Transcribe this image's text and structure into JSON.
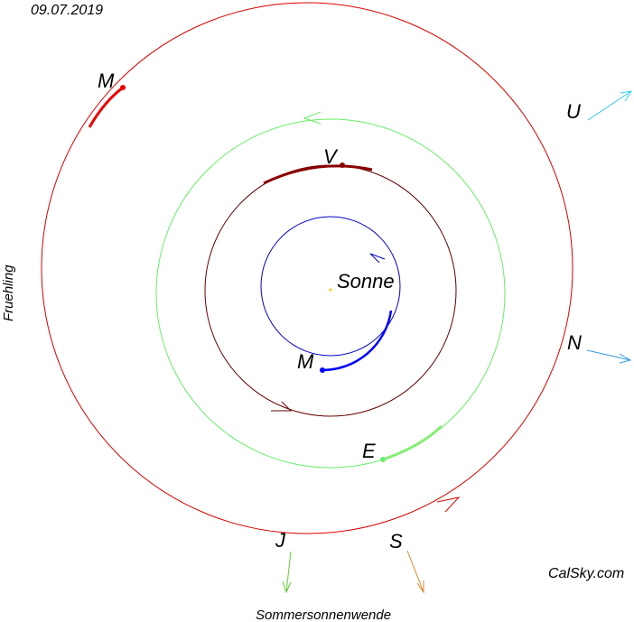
{
  "date": "09.07.2019",
  "sun_label": "Sonne",
  "spring_label": "Fruehling",
  "summer_solstice_label": "Sommersonnenwende",
  "credit": "CalSky.com",
  "orbits": [
    {
      "id": "mercury-orbit",
      "color": "#0000cc"
    },
    {
      "id": "venus-orbit",
      "color": "#660000"
    },
    {
      "id": "earth-orbit",
      "color": "#66ee66"
    },
    {
      "id": "mars-orbit",
      "color": "#dd0000"
    }
  ],
  "planets": [
    {
      "id": "mercury",
      "label": "M",
      "color": "#0000ff"
    },
    {
      "id": "venus",
      "label": "V",
      "color": "#880000"
    },
    {
      "id": "earth",
      "label": "E",
      "color": "#66ee66"
    },
    {
      "id": "mars",
      "label": "M",
      "color": "#ee0000"
    }
  ],
  "outer_planets": [
    {
      "id": "jupiter",
      "label": "J",
      "color": "#66cc33"
    },
    {
      "id": "saturn",
      "label": "S",
      "color": "#dd8833"
    },
    {
      "id": "uranus",
      "label": "U",
      "color": "#33ccee"
    },
    {
      "id": "neptune",
      "label": "N",
      "color": "#3399dd"
    }
  ]
}
